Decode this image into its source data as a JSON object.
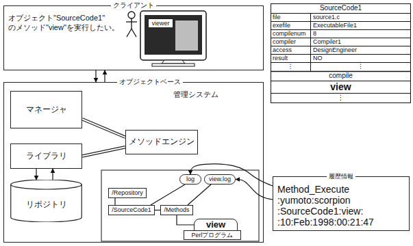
{
  "diagram": {
    "nodes": [
      {
        "text": [
          "クライアント",
          "オブジェクト\"SourceCode1\" のメソッド\"view\"を実行したい。"
        ]
      },
      {
        "text": [
          "viewer"
        ],
        "in": 0
      },
      {
        "text": [
          "オブジェクトベース"
        ]
      },
      {
        "text": [
          "マネージャ"
        ],
        "in": 2
      },
      {
        "text": [
          "ライブラリ"
        ],
        "in": 2
      },
      {
        "text": [
          "メソッドエンジン"
        ],
        "in": 2
      },
      {
        "text": [
          "リポジトリ"
        ],
        "in": 2
      },
      {
        "text": [
          "log"
        ],
        "in": 2
      },
      {
        "text": [
          "view.log"
        ],
        "in": 2
      },
      {
        "text": [
          "/Repository"
        ],
        "in": 2
      },
      {
        "text": [
          "/SourceCode1"
        ],
        "in": 2
      },
      {
        "text": [
          "/Methods"
        ],
        "in": 2
      },
      {
        "text": [
          "view"
        ],
        "in": 2
      },
      {
        "text": [
          "Perlプログラム"
        ],
        "in": 2
      },
      {
        "text": [
          "履歴情報",
          "Method_Execute :yumoto:scorpion :SourceCode1:view: :10:Feb:1998:00:21:47"
        ]
      }
    ],
    "edges": [
      {
        "from": 0,
        "to": 2,
        "arrow": "to"
      },
      {
        "from": 2,
        "to": 0,
        "arrow": "to"
      },
      {
        "from": 3,
        "to": 5,
        "arrow": "none"
      },
      {
        "from": 4,
        "to": 5,
        "arrow": "none"
      },
      {
        "from": 4,
        "to": 6,
        "arrow": "to"
      },
      {
        "from": 6,
        "to": 4,
        "arrow": "to"
      },
      {
        "from": 9,
        "to": 10,
        "arrow": "none"
      },
      {
        "from": 10,
        "to": 11,
        "arrow": "none"
      },
      {
        "from": 10,
        "to": 7,
        "arrow": "none"
      },
      {
        "from": 11,
        "to": 8,
        "arrow": "none"
      },
      {
        "from": 11,
        "to": 12,
        "arrow": "none"
      },
      {
        "from": 14,
        "to": 7,
        "arrow": "to"
      },
      {
        "from": 14,
        "to": 8,
        "arrow": "to"
      }
    ],
    "labels": [
      "管理システム",
      "SourceCode1",
      "file",
      "source1.c",
      "exefile",
      "ExecutableFile1",
      "compilenum",
      "8",
      "compiler",
      "Compiler1",
      "access",
      "DesignEngineer",
      "result",
      "NO",
      "⋮",
      "⋮",
      "compile",
      "view",
      "⋮"
    ]
  }
}
